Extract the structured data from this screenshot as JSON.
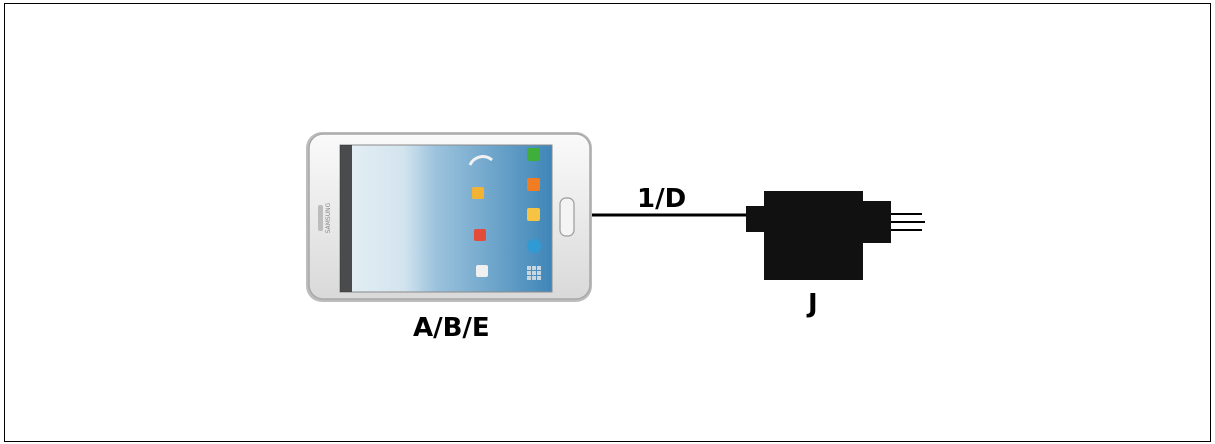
{
  "labels": {
    "phone": "A/B/E",
    "cable": "1/D",
    "charger": "J"
  },
  "phone": {
    "brand_text": "SAMSUNG"
  },
  "colors": {
    "frame": "#000000",
    "phone_body": "#f2f2f2",
    "screen": "#3f86b8",
    "charger": "#111111",
    "cable": "#000000"
  }
}
